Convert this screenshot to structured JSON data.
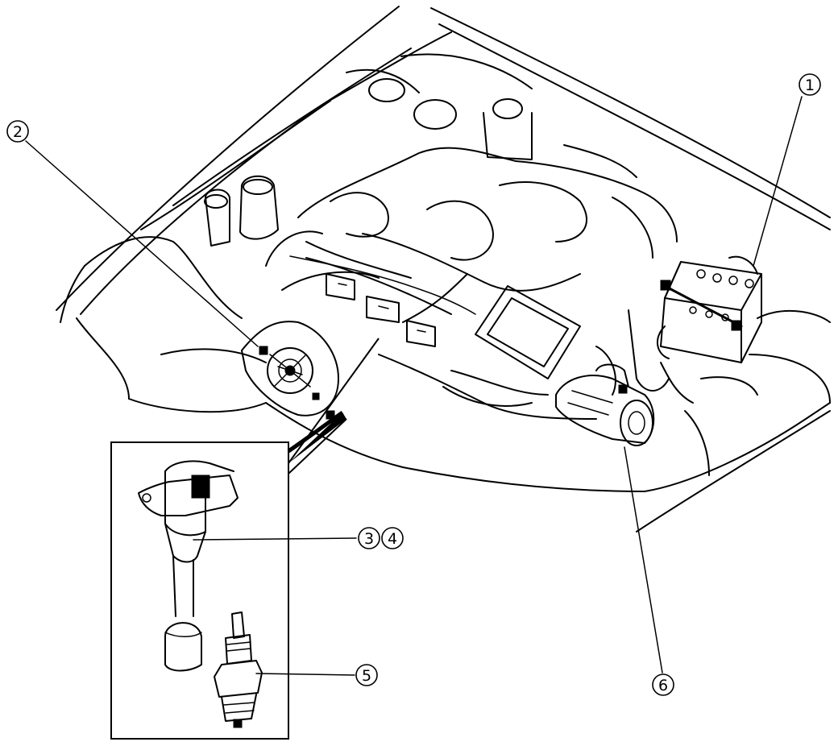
{
  "callouts": {
    "c1": "1",
    "c2": "2",
    "c3": "3",
    "c4": "4",
    "c5": "5",
    "c6": "6"
  },
  "icons": {
    "engine_bay": "engine-compartment-illustration",
    "battery": "battery-icon",
    "alternator": "alternator-icon",
    "ignition_coil": "ignition-coil-icon",
    "spark_plug": "spark-plug-icon",
    "starter": "starter-motor-icon"
  },
  "colors": {
    "line": "#000000",
    "background": "#ffffff"
  }
}
